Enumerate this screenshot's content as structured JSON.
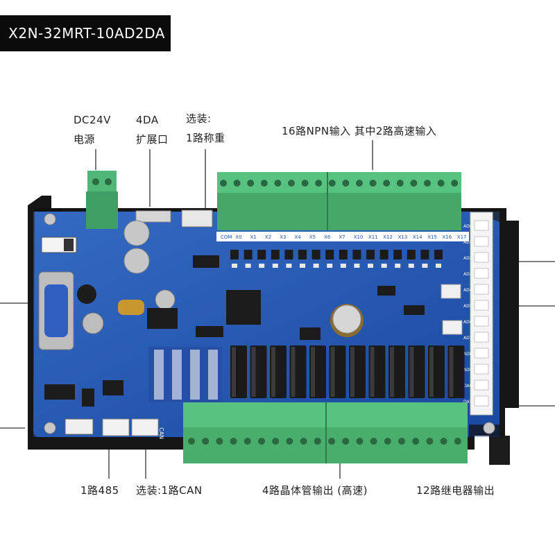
{
  "title": "X2N-32MRT-10AD2DA",
  "callouts": {
    "power_line1": "DC24V",
    "power_line2": "电源",
    "da_line1": "4DA",
    "da_line2": "扩展口",
    "weigh_line1": "选装:",
    "weigh_line2": "1路称重",
    "inputs": "16路NPN输入 其中2路高速输入",
    "rs485": "1路485",
    "can": "选装:1路CAN",
    "transistor_out": "4路晶体管输出 (高速)",
    "relay_out": "12路继电器输出"
  },
  "board_markings": {
    "input_labels": [
      "COM",
      "X0",
      "X1",
      "X2",
      "X3",
      "X4",
      "X5",
      "X6",
      "X7",
      "X10",
      "X11",
      "X12",
      "X13",
      "X14",
      "X15",
      "X16",
      "X17"
    ],
    "analog_labels": [
      "AD0",
      "AD1",
      "AD2",
      "AD3",
      "AD4",
      "AD5",
      "AD6",
      "AD7",
      "AD8",
      "AD9",
      "DA0",
      "DA1"
    ],
    "port_label": "CAN",
    "colors": {
      "pcb": "#1f56b4",
      "terminal": "#4fb878",
      "relay": "#1a1a1a",
      "housing": "#111111"
    }
  }
}
